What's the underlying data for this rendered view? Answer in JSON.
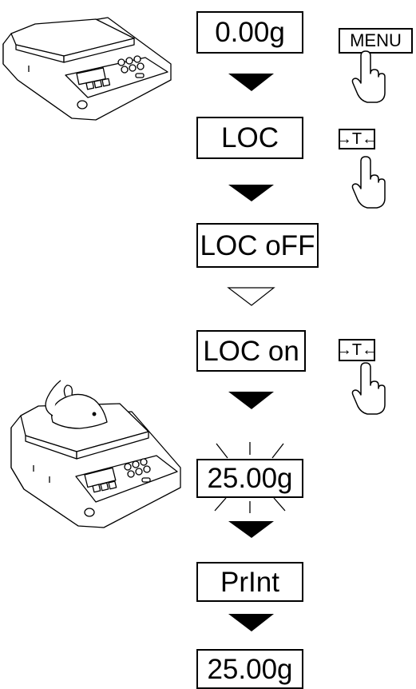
{
  "steps": [
    {
      "display": "0.00g"
    },
    {
      "display": "LOC"
    },
    {
      "display": "LOC oFF"
    },
    {
      "display": "LOC on"
    },
    {
      "display": "25.00g"
    },
    {
      "display": "PrInt"
    },
    {
      "display": "25.00g"
    }
  ],
  "keys": {
    "menu": "MENU",
    "tare": "→T←"
  },
  "icons": [
    "scale-icon",
    "scale-with-mouse-icon",
    "pointing-hand-icon",
    "arrow-down-icon"
  ]
}
